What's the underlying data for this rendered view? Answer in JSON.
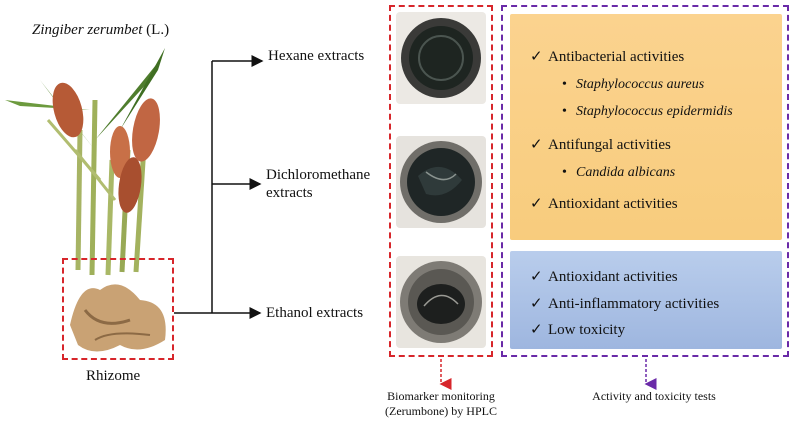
{
  "plant": {
    "species": "Zingiber zerumbet",
    "authority": "(L.)",
    "part_label": "Rhizome"
  },
  "extracts": [
    {
      "label": "Hexane extracts"
    },
    {
      "label": "Dichloromethane extracts",
      "line1": "Dichloromethane",
      "line2": "extracts"
    },
    {
      "label": "Ethanol extracts"
    }
  ],
  "extract_activities": {
    "items": [
      {
        "text": "Antibacterial activities",
        "organisms": [
          "Staphylococcus aureus",
          "Staphylococcus epidermidis"
        ]
      },
      {
        "text": "Antifungal activities",
        "organisms": [
          "Candida albicans"
        ]
      },
      {
        "text": "Antioxidant activities",
        "organisms": []
      }
    ]
  },
  "zerumbone_activities": {
    "items": [
      {
        "text": "Antioxidant activities"
      },
      {
        "text": "Anti-inflammatory activities"
      },
      {
        "text": "Low toxicity"
      }
    ]
  },
  "captions": {
    "hplc_line1": "Biomarker monitoring",
    "hplc_line2": "(Zerumbone) by HPLC",
    "tests": "Activity and toxicity tests"
  },
  "colors": {
    "red_dashed": "#d7262b",
    "purple_dashed": "#6a2aa8",
    "orange_panel": "#f9cf85",
    "blue_panel": "#a9bfe4"
  }
}
